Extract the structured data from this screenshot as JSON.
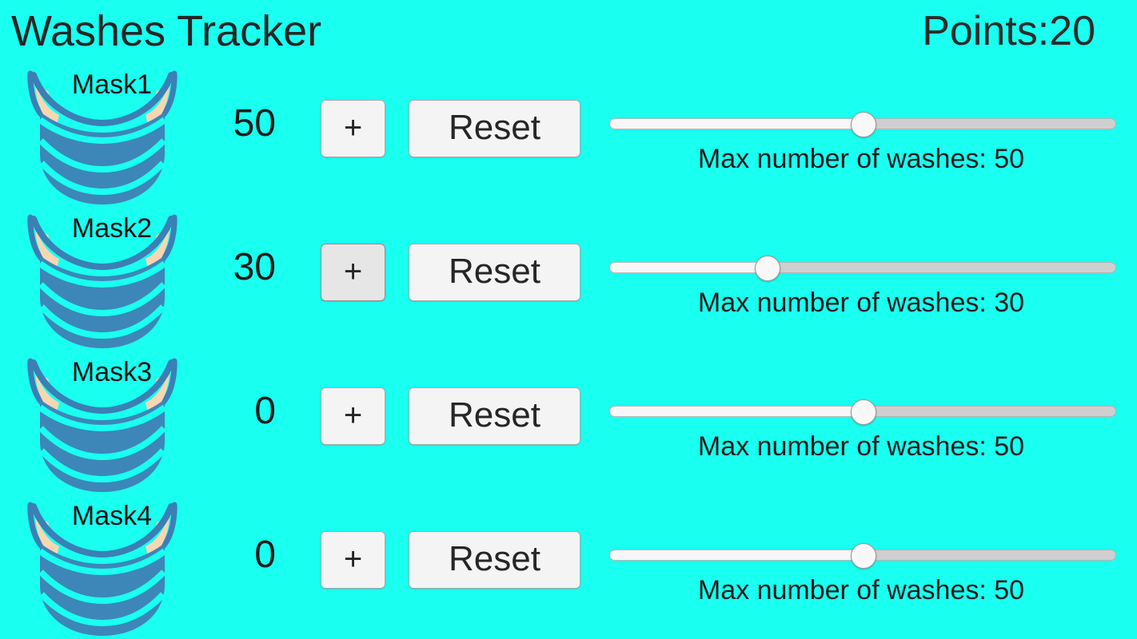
{
  "app": {
    "title": "Washes Tracker",
    "points_label": "Points:20",
    "background_color": "#19fff0",
    "text_color": "#1e1e1e"
  },
  "slider_caption_prefix": "Max number of washes: ",
  "controls": {
    "increment_label": "+",
    "reset_label": "Reset"
  },
  "slider_range": {
    "min": 0,
    "max": 100
  },
  "rows": [
    {
      "mask_label": "Mask1",
      "count": "50",
      "plus_label": "+",
      "reset_label": "Reset",
      "slider_value": 50,
      "slider_percent": 50,
      "slider_caption": "Max number of washes: 50",
      "plus_active": false
    },
    {
      "mask_label": "Mask2",
      "count": "30",
      "plus_label": "+",
      "reset_label": "Reset",
      "slider_value": 30,
      "slider_percent": 31,
      "slider_caption": "Max number of washes: 30",
      "plus_active": true
    },
    {
      "mask_label": "Mask3",
      "count": "0",
      "plus_label": "+",
      "reset_label": "Reset",
      "slider_value": 50,
      "slider_percent": 50,
      "slider_caption": "Max number of washes: 50",
      "plus_active": false
    },
    {
      "mask_label": "Mask4",
      "count": "0",
      "plus_label": "+",
      "reset_label": "Reset",
      "slider_value": 50,
      "slider_percent": 50,
      "slider_caption": "Max number of washes: 50",
      "plus_active": false
    }
  ],
  "icons": {
    "mask_icon": "face-mask-icon",
    "mask_body_color": "#3d86b8",
    "mask_outline_color": "#3b7fb5",
    "mask_pleat_color": "#19fff0",
    "mask_earloop_color": "#f6d2ae"
  }
}
